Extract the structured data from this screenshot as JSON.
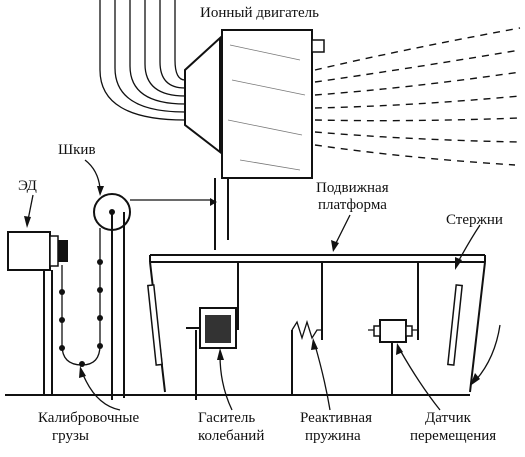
{
  "labels": {
    "ion_engine": "Ионный двигатель",
    "shkiv": "Шкив",
    "ed": "ЭД",
    "platform_line1": "Подвижная",
    "platform_line2": "платформа",
    "rods": "Стержни",
    "weights_line1": "Калибровочные",
    "weights_line2": "грузы",
    "damper_line1": "Гаситель",
    "damper_line2": "колебаний",
    "spring_line1": "Реактивная",
    "spring_line2": "пружина",
    "sensor_line1": "Датчик",
    "sensor_line2": "перемещения"
  }
}
